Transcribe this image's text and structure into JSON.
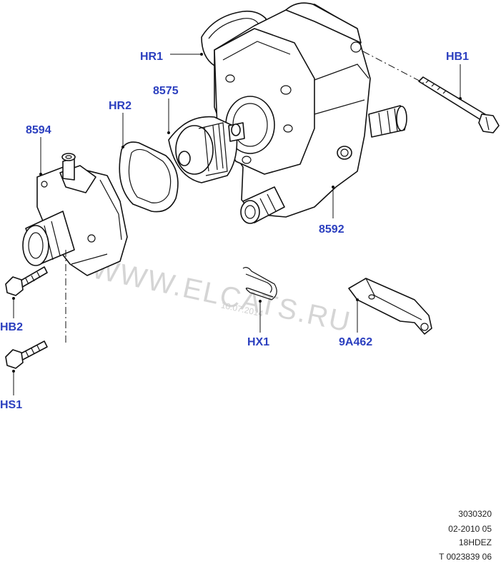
{
  "callouts": {
    "hr1": "HR1",
    "hb1": "HB1",
    "p8575": "8575",
    "hr2": "HR2",
    "p8594": "8594",
    "p8592": "8592",
    "hb2": "HB2",
    "hs1": "HS1",
    "hx1": "HX1",
    "p9a462": "9A462"
  },
  "watermark": {
    "text": "WWW.ELCATS.RU",
    "date": "10.07.2014"
  },
  "reference": {
    "line1": "3030320",
    "line2": "02-2010 05",
    "line3": "18HDEZ",
    "line4": "T 0023839 06"
  },
  "colors": {
    "callout": "#2b3fbf",
    "watermark": "#d5d5d5"
  }
}
